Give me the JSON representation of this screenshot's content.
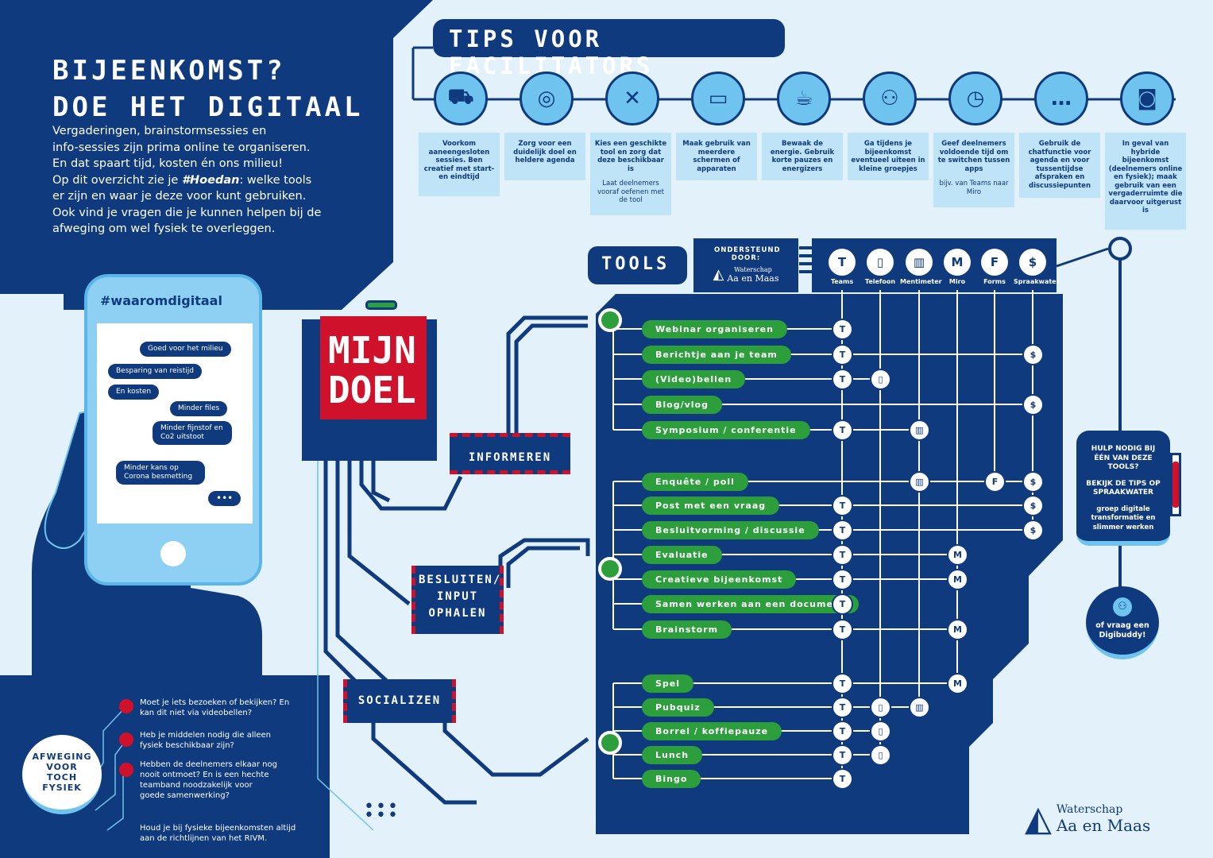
{
  "header": {
    "title_line1": "BIJEENKOMST?",
    "title_line2": "DOE HET DIGITAAL",
    "intro_1": "Vergaderingen, brainstormsessies en",
    "intro_2": "info-sessies zijn prima online te organiseren.",
    "intro_3": "En dat spaart tijd, kosten én ons milieu!",
    "intro_4a": "Op dit overzicht zie je ",
    "intro_4b": "#Hoedan",
    "intro_4c": ": welke tools",
    "intro_5": "er zijn en waar je deze voor kunt gebruiken.",
    "intro_6": "Ook vind je vragen die je kunnen helpen bij de",
    "intro_7": "afweging om wel fysiek te overleggen."
  },
  "tips": {
    "title": "TIPS VOOR FACILITATORS",
    "items": [
      {
        "icon": "car-icon",
        "text": "Voorkom aaneengesloten sessies. Ben creatief met start- en eindtijd",
        "sub": ""
      },
      {
        "icon": "target-icon",
        "text": "Zorg voor een duidelijk doel en heldere agenda",
        "sub": ""
      },
      {
        "icon": "tools-icon",
        "text": "Kies een geschikte tool en zorg dat deze beschikbaar is",
        "sub": "Laat deelnemers vooraf oefenen met de tool"
      },
      {
        "icon": "devices-icon",
        "text": "Maak gebruik van meerdere schermen of apparaten",
        "sub": ""
      },
      {
        "icon": "coffee-icon",
        "text": "Bewaak de energie. Gebruik korte pauzes en energizers",
        "sub": ""
      },
      {
        "icon": "group-icon",
        "text": "Ga tijdens je bijeenkomst eventueel uiteen in kleine groepjes",
        "sub": ""
      },
      {
        "icon": "clock-icon",
        "text": "Geef deelnemers voldoende tijd om te switchen tussen apps",
        "sub": "bijv. van Teams naar Miro"
      },
      {
        "icon": "chat-icon",
        "text": "Gebruik de chatfunctie voor agenda en voor tussentijdse afspraken en discussiepunten",
        "sub": ""
      },
      {
        "icon": "webcam-icon",
        "text": "In geval van hybride bijeenkomst (deelnemers online en fysiek); maak gebruik van een vergaderruimte die daarvoor uitgerust is",
        "sub": ""
      }
    ]
  },
  "tools": {
    "label": "TOOLS",
    "supported_by": "ONDERSTEUND DOOR:",
    "logo_small_1": "Waterschap",
    "logo_small_2": "Aa en Maas",
    "items": [
      {
        "name": "Teams",
        "glyph": "T"
      },
      {
        "name": "Telefoon",
        "glyph": "▯"
      },
      {
        "name": "Mentimeter",
        "glyph": "▥"
      },
      {
        "name": "Miro",
        "glyph": "M"
      },
      {
        "name": "Forms",
        "glyph": "F"
      },
      {
        "name": "Spraakwater",
        "glyph": "$"
      }
    ]
  },
  "goal": {
    "line1": "MIJN",
    "line2": "DOEL"
  },
  "categories": {
    "informeren": "INFORMEREN",
    "besluiten": "BESLUITEN/ INPUT OPHALEN",
    "socializen": "SOCIALIZEN"
  },
  "activities": [
    {
      "label": "Webinar organiseren",
      "tools": [
        0
      ]
    },
    {
      "label": "Berichtje aan je team",
      "tools": [
        0,
        5
      ]
    },
    {
      "label": "(Video)bellen",
      "tools": [
        0,
        1
      ]
    },
    {
      "label": "Blog/vlog",
      "tools": [
        5
      ]
    },
    {
      "label": "Symposium / conferentie",
      "tools": [
        0,
        2
      ]
    },
    {
      "label": "Enquête / poll",
      "tools": [
        2,
        4,
        5
      ]
    },
    {
      "label": "Post met een vraag",
      "tools": [
        0,
        5
      ]
    },
    {
      "label": "Besluitvorming / discussie",
      "tools": [
        0,
        5
      ]
    },
    {
      "label": "Evaluatie",
      "tools": [
        0,
        3
      ]
    },
    {
      "label": "Creatieve bijeenkomst",
      "tools": [
        0,
        3
      ]
    },
    {
      "label": "Samen werken aan een document",
      "tools": [
        0
      ]
    },
    {
      "label": "Brainstorm",
      "tools": [
        0,
        3
      ]
    },
    {
      "label": "Spel",
      "tools": [
        0,
        3
      ]
    },
    {
      "label": "Pubquiz",
      "tools": [
        0,
        1,
        2
      ]
    },
    {
      "label": "Borrel / koffiepauze",
      "tools": [
        0,
        1
      ]
    },
    {
      "label": "Lunch",
      "tools": [
        0,
        1
      ]
    },
    {
      "label": "Bingo",
      "tools": [
        0
      ]
    }
  ],
  "phone": {
    "hashtag": "#waaromdigitaal",
    "bubbles": [
      "Goed voor het milieu",
      "Besparing van reistijd",
      "En kosten",
      "Minder files",
      "Minder fijnstof en Co2 uitstoot",
      "Minder kans op Corona besmetting"
    ],
    "typing": "•••"
  },
  "afweging": {
    "badge": "AFWEGING VOOR TOCH FYSIEK",
    "q1": "Moet je iets bezoeken of bekijken? En kan dit niet via videobellen?",
    "q2": "Heb je middelen nodig die alleen fysiek beschikbaar zijn?",
    "q3": "Hebben de deelnemers elkaar nog nooit ontmoet? En is een hechte teamband noodzakelijk voor goede samenwerking?",
    "note": "Houd je bij fysieke bijeenkomsten altijd aan de richtlijnen van het RIVM."
  },
  "help": {
    "q": "HULP NODIG BIJ ÉÉN VAN DEZE TOOLS?",
    "a": "BEKIJK DE TIPS OP SPRAAKWATER",
    "groep": "groep digitale transformatie en slimmer werken",
    "buddy": "of vraag een Digibuddy!"
  },
  "logo": {
    "line1": "Waterschap",
    "line2": "Aa en Maas"
  },
  "colors": {
    "navy": "#0f3a7d",
    "light": "#e3f1fb",
    "sky": "#6ec3ef",
    "green": "#2c9e3c",
    "red": "#d0112b"
  }
}
